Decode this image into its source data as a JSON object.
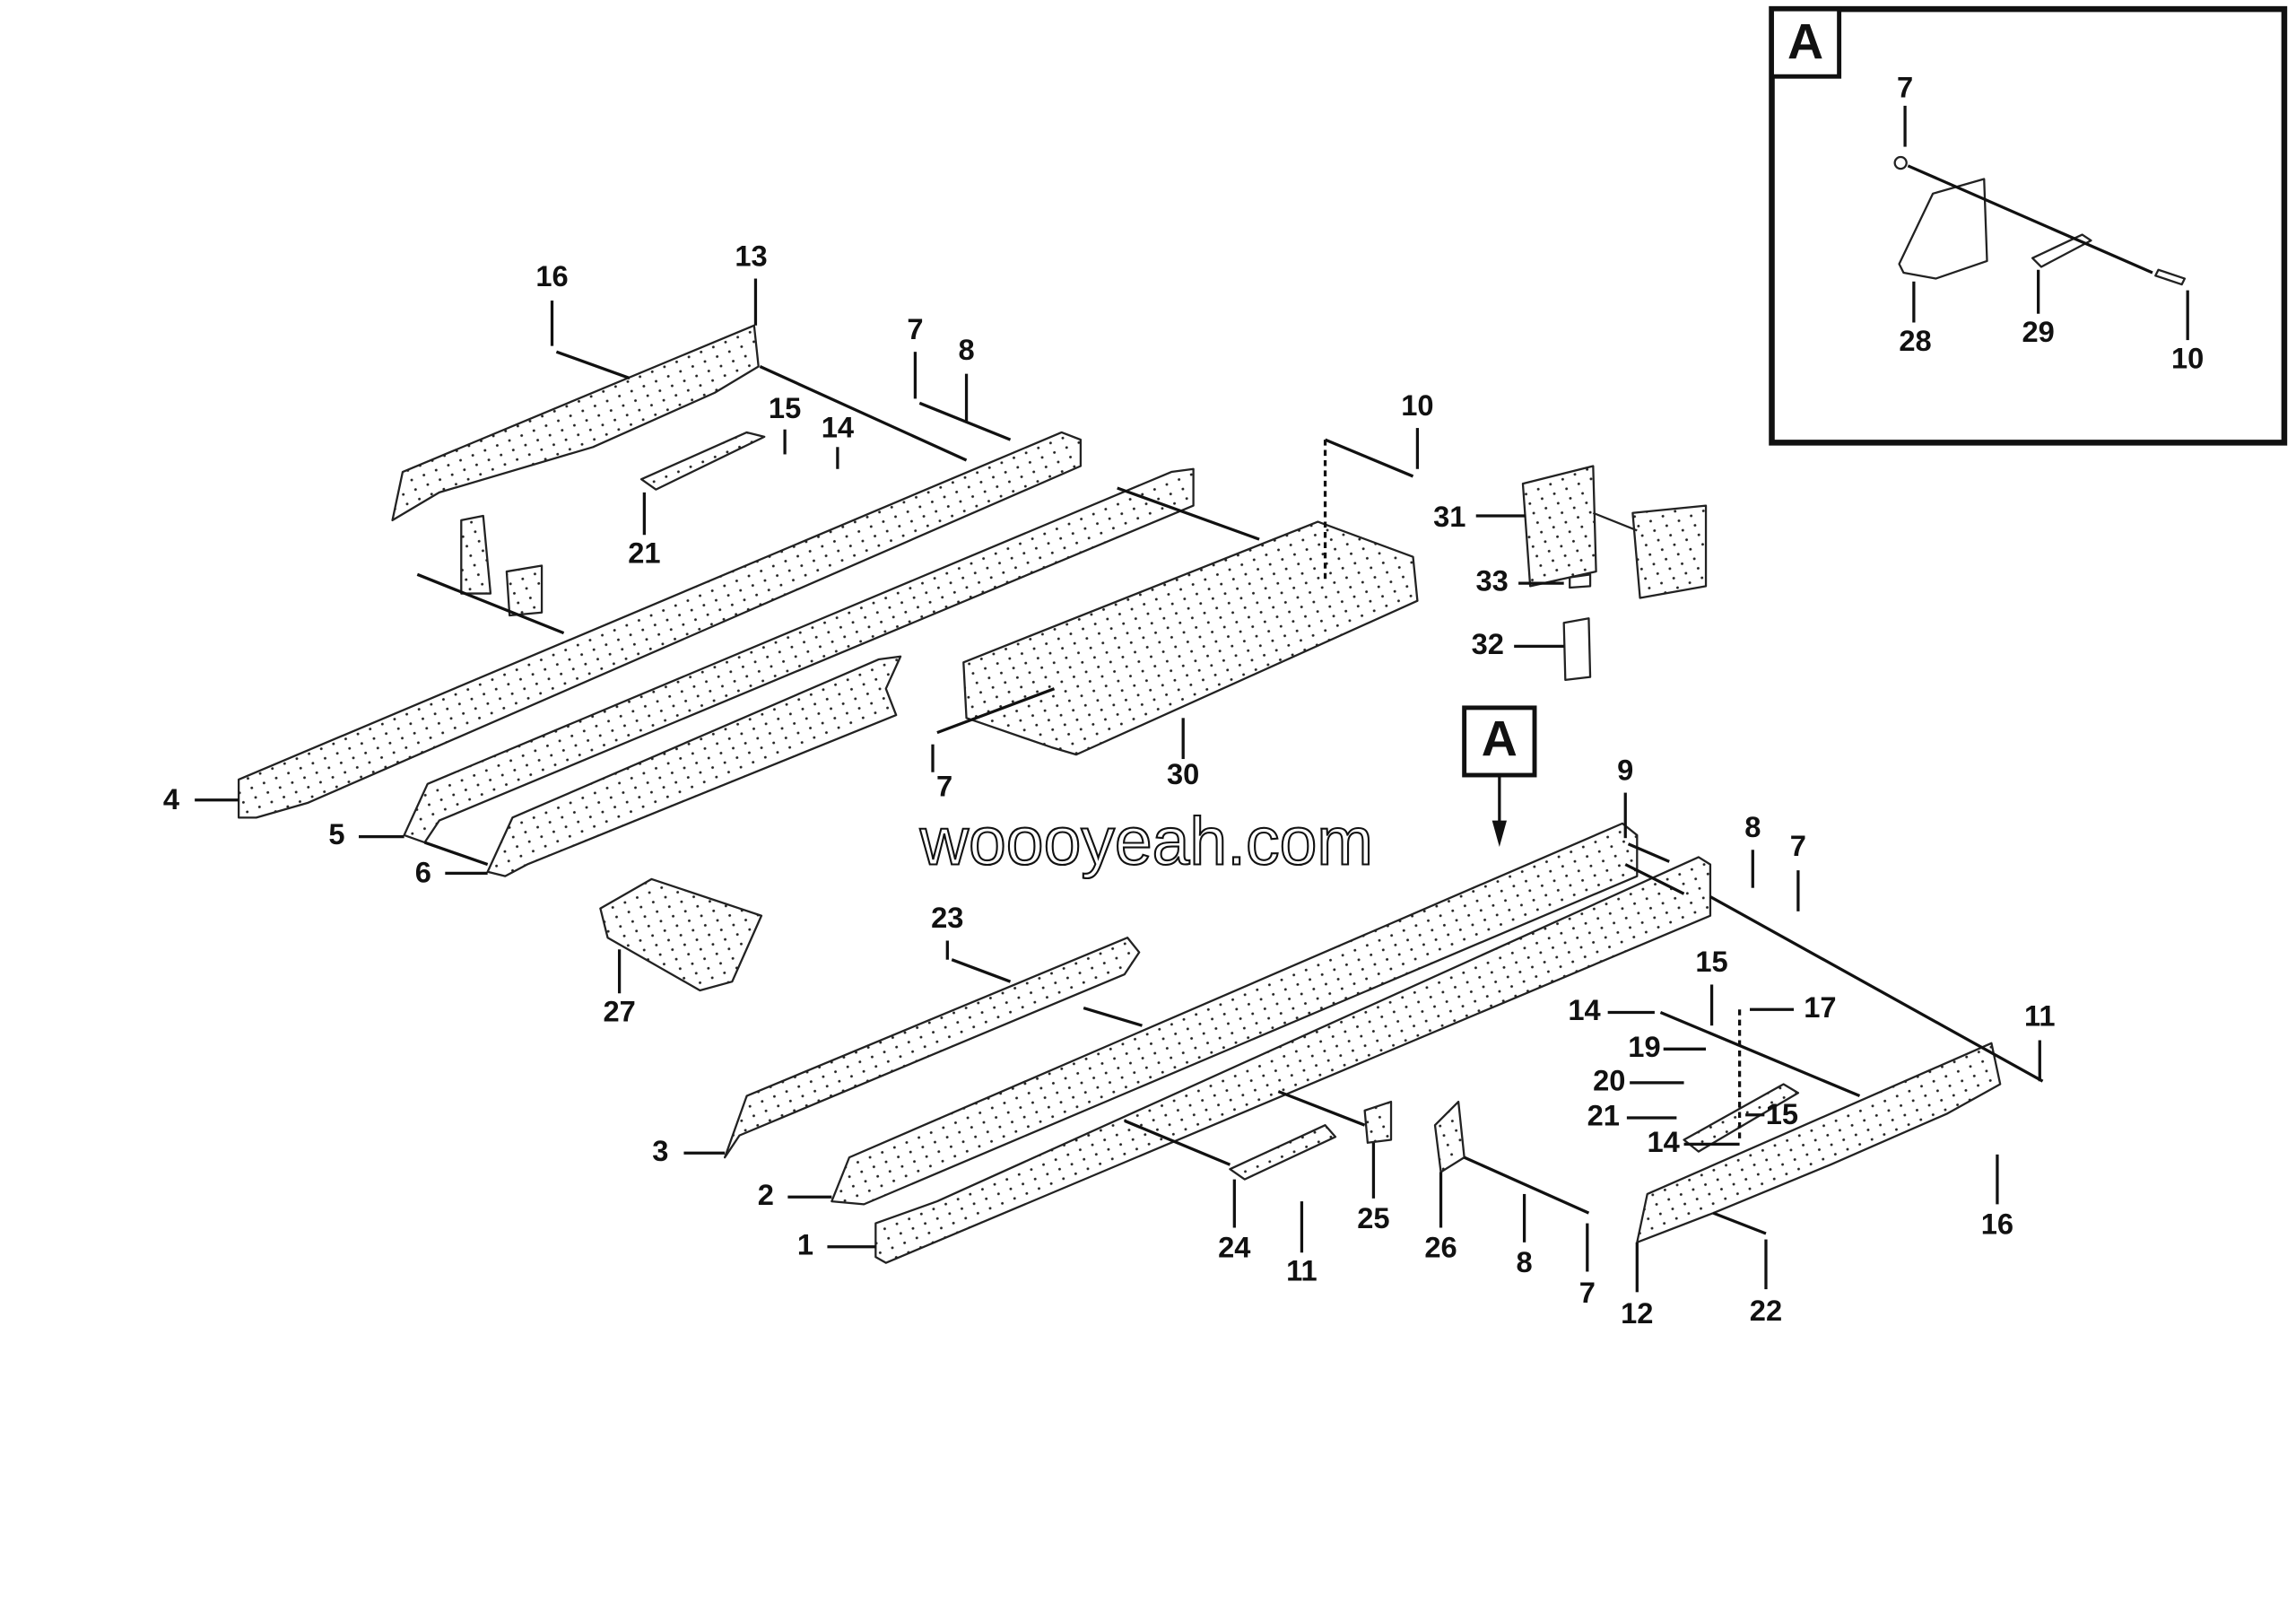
{
  "diagram": {
    "callout_letter": "A",
    "inset": {
      "title": "A",
      "labels": [
        "7",
        "28",
        "29",
        "10"
      ]
    },
    "labels": [
      "16",
      "13",
      "7",
      "8",
      "15",
      "14",
      "21",
      "10",
      "31",
      "33",
      "32",
      "4",
      "5",
      "6",
      "30",
      "7",
      "9",
      "8",
      "7",
      "23",
      "27",
      "15",
      "14",
      "17",
      "11",
      "19",
      "20",
      "21",
      "15",
      "14",
      "3",
      "2",
      "1",
      "24",
      "11",
      "25",
      "26",
      "8",
      "7",
      "16",
      "12",
      "22"
    ],
    "watermark": "woooyeah.com"
  }
}
